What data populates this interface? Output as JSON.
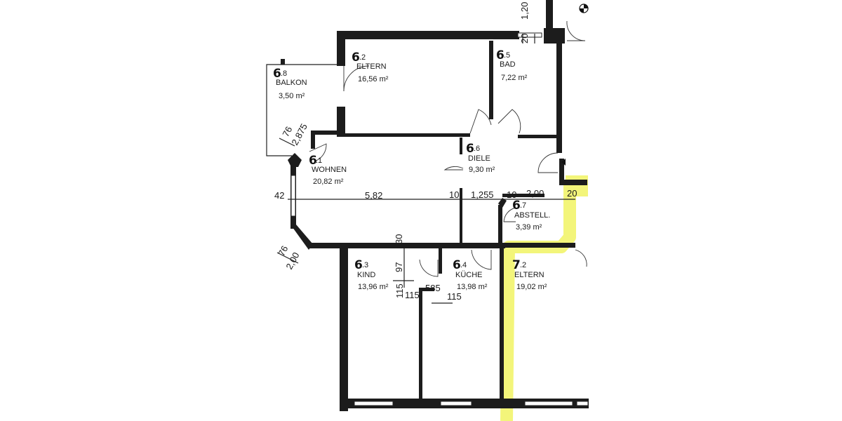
{
  "rooms": {
    "balkon": {
      "mark": "6",
      "num": ".8",
      "name": "BALKON",
      "area": "3,50 m²"
    },
    "eltern": {
      "mark": "6",
      "num": ".2",
      "name": "ELTERN",
      "area": "16,56 m²"
    },
    "bad": {
      "mark": "6",
      "num": ".5",
      "name": "BAD",
      "area": "7,22 m²"
    },
    "wohnen": {
      "mark": "6",
      "num": ".1",
      "name": "WOHNEN",
      "area": "20,82 m²"
    },
    "diele": {
      "mark": "6",
      "num": ".6",
      "name": "DIELE",
      "area": "9,30 m²"
    },
    "abstell": {
      "mark": "6",
      "num": ".7",
      "name": "ABSTELL.",
      "area": "3,39 m²"
    },
    "kind": {
      "mark": "6",
      "num": ".3",
      "name": "KIND",
      "area": "13,96 m²"
    },
    "kueche": {
      "mark": "6",
      "num": ".4",
      "name": "KÜCHE",
      "area": "13,98 m²"
    },
    "eltern2": {
      "mark": "7",
      "num": ".2",
      "name": "ELTERN",
      "area": "19,02 m²"
    }
  },
  "dimensions": {
    "top_1_20": "1,20",
    "top_20": "20",
    "balkon_76": "76",
    "balkon_2_87": "2,875",
    "left_42": "42",
    "wohnen_5_82": "5,82",
    "mid_10a": "10",
    "mid_1_25": "1,255",
    "mid_10b": "10",
    "mid_2_00": "2,00",
    "right_20": "20",
    "kind_30": "30",
    "kind_97": "97",
    "bottom_76": "76",
    "bottom_2_00": "2,00",
    "kind_11a": "115",
    "kind_11b": "115",
    "kueche_58": "585",
    "kueche_11": "115"
  },
  "colors": {
    "wall": "#1c1c1c",
    "highlight": "#f3f57a",
    "background": "#ffffff"
  }
}
